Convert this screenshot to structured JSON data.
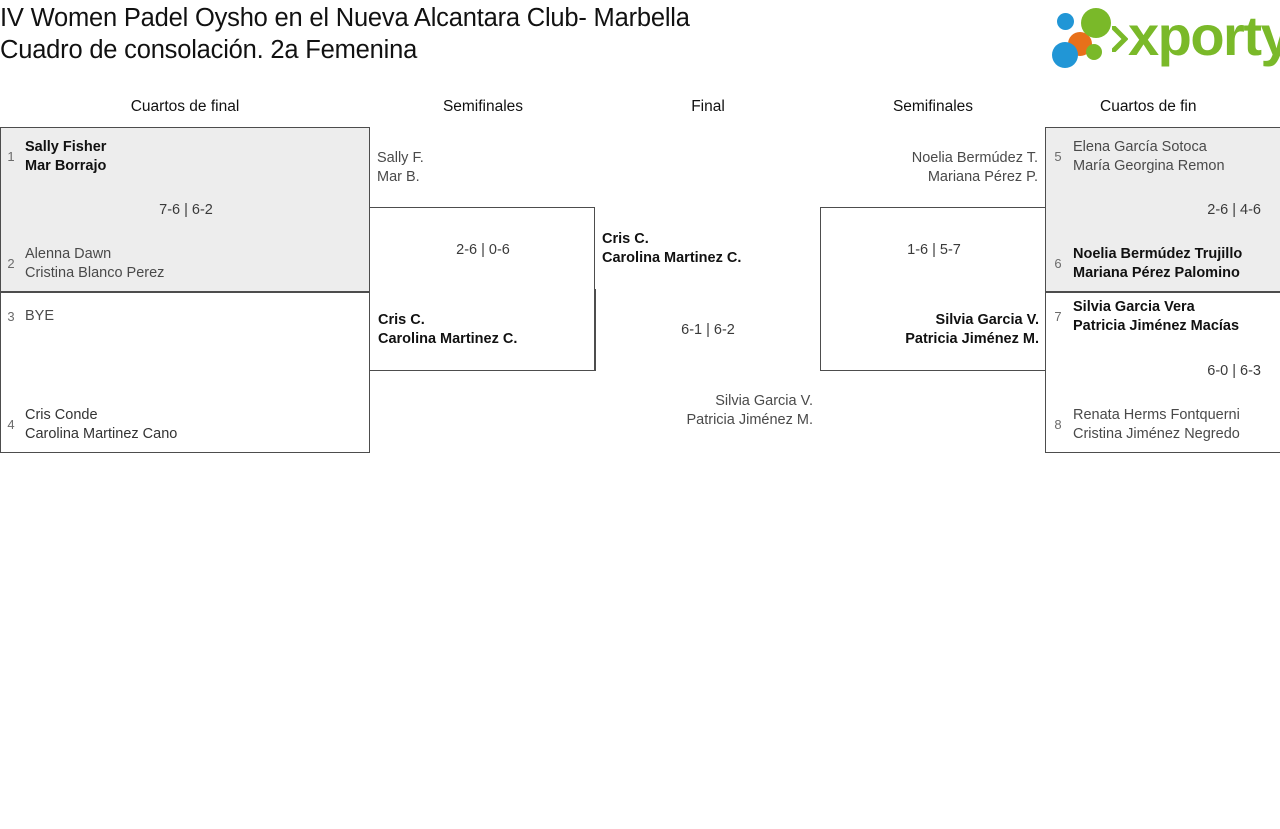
{
  "header": {
    "title_line1": "IV Women Padel Oysho en el Nueva Alcantara Club- Marbella",
    "title_line2": "Cuadro de consolación. 2a Femenina",
    "logo_wordmark": "xporty"
  },
  "rounds": [
    {
      "label": "Cuartos de final",
      "side": "left"
    },
    {
      "label": "Semifinales",
      "side": "left"
    },
    {
      "label": "Final",
      "side": "center"
    },
    {
      "label": "Semifinales",
      "side": "right"
    },
    {
      "label": "Cuartos de fin",
      "side": "right"
    }
  ],
  "bracket": {
    "left_quarterfinals": [
      {
        "shaded": true,
        "score": "7-6 | 6-2",
        "top": {
          "seed": "1",
          "player1": "Sally Fisher",
          "player2": "Mar Borrajo",
          "result": "winner"
        },
        "bottom": {
          "seed": "2",
          "player1": "Alenna Dawn",
          "player2": "Cristina Blanco Perez",
          "result": "loser"
        }
      },
      {
        "shaded": false,
        "score": "",
        "top": {
          "seed": "3",
          "player1": "BYE",
          "player2": "",
          "result": "loser"
        },
        "bottom": {
          "seed": "4",
          "player1": "Cris Conde",
          "player2": "Carolina Martinez Cano",
          "result": "neutral"
        }
      }
    ],
    "left_semifinal": {
      "score": "2-6 | 0-6",
      "top": {
        "player1": "Sally F.",
        "player2": "Mar B.",
        "result": "loser"
      },
      "bottom": {
        "player1": "Cris C.",
        "player2": "Carolina Martinez C.",
        "result": "winner"
      }
    },
    "final": {
      "score": "6-1 | 6-2",
      "top": {
        "player1": "Cris C.",
        "player2": "Carolina Martinez C.",
        "result": "winner"
      },
      "bottom": {
        "player1": "Silvia Garcia V.",
        "player2": "Patricia Jiménez M.",
        "result": "loser"
      }
    },
    "right_semifinal": {
      "score": "1-6 | 5-7",
      "top": {
        "player1": "Noelia Bermúdez T.",
        "player2": "Mariana Pérez P.",
        "result": "loser"
      },
      "bottom": {
        "player1": "Silvia Garcia V.",
        "player2": "Patricia Jiménez M.",
        "result": "winner"
      }
    },
    "right_quarterfinals": [
      {
        "shaded": true,
        "score": "2-6 | 4-6",
        "top": {
          "seed": "5",
          "player1": "Elena García Sotoca",
          "player2": "María Georgina Remon",
          "result": "loser"
        },
        "bottom": {
          "seed": "6",
          "player1": "Noelia Bermúdez Trujillo",
          "player2": "Mariana Pérez Palomino",
          "result": "winner"
        }
      },
      {
        "shaded": false,
        "score": "6-0 | 6-3",
        "top": {
          "seed": "7",
          "player1": "Silvia Garcia Vera",
          "player2": "Patricia Jiménez Macías",
          "result": "winner"
        },
        "bottom": {
          "seed": "8",
          "player1": "Renata Herms Fontquerni",
          "player2": "Cristina Jiménez Negredo",
          "result": "loser"
        }
      }
    ]
  },
  "colors": {
    "brand_green": "#7ab929",
    "brand_blue": "#2196d6",
    "brand_orange": "#e8701a",
    "shaded_row": "#ededed",
    "border": "#4d4d4d"
  }
}
